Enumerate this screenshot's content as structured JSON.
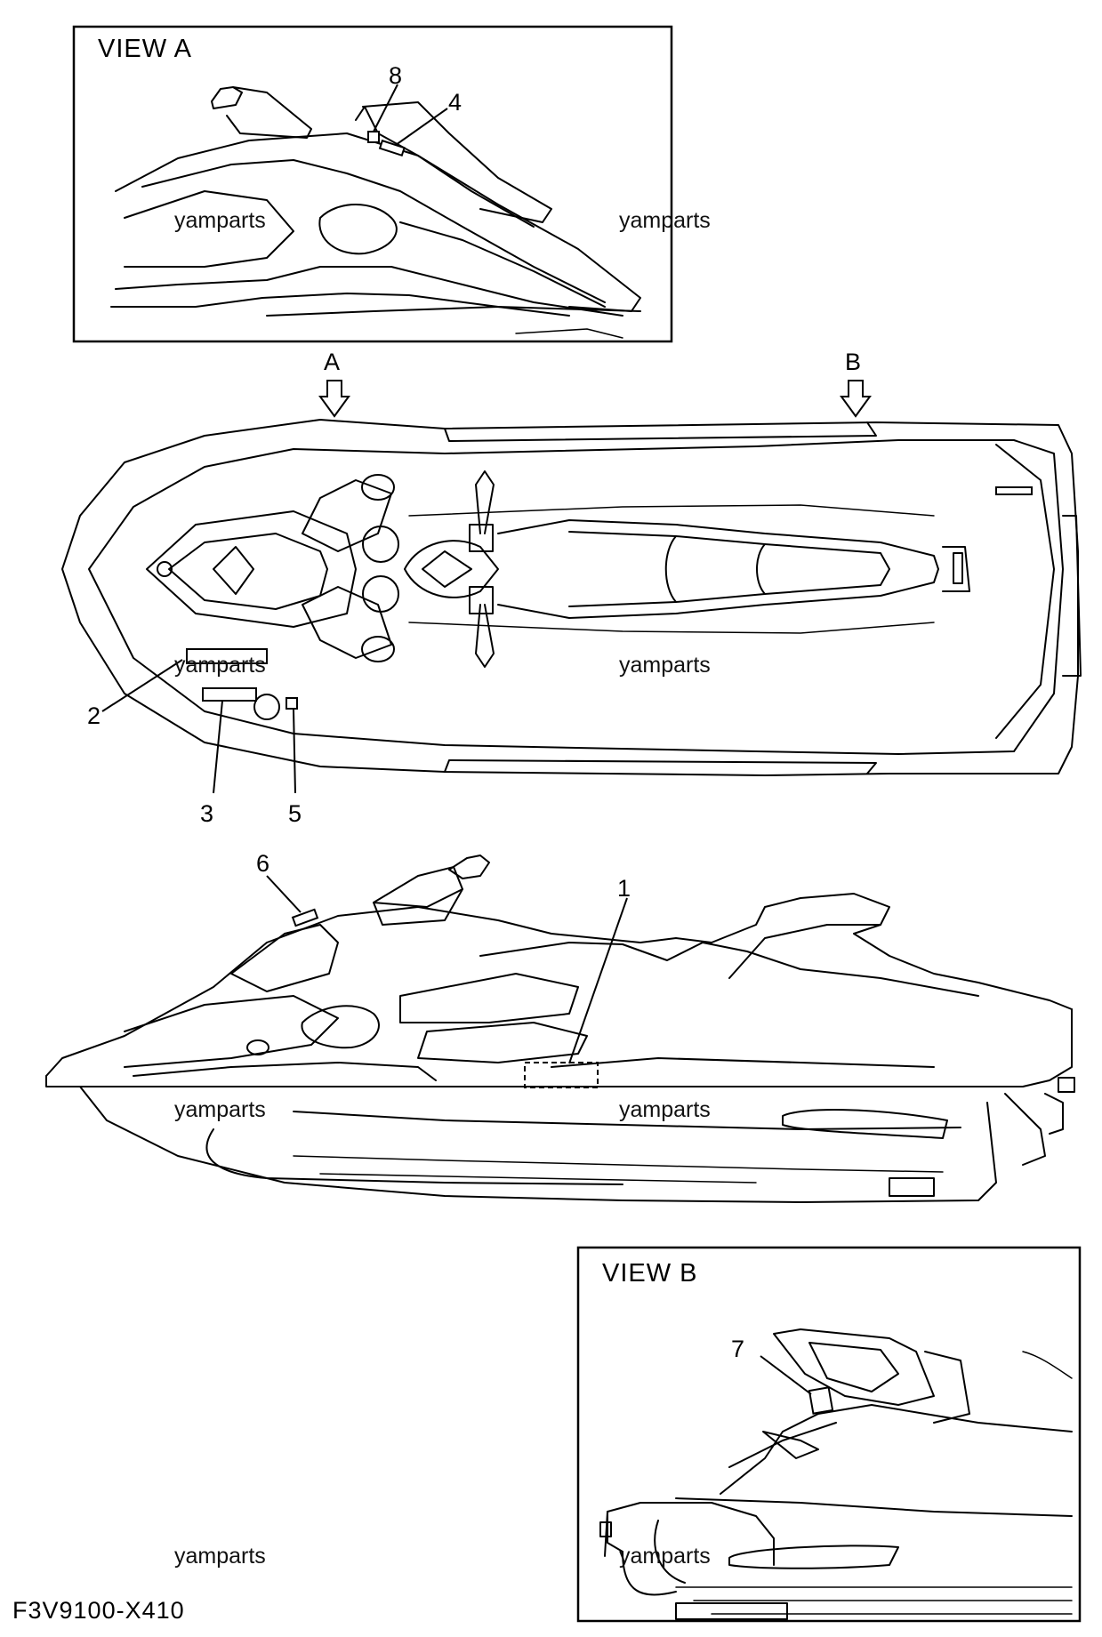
{
  "views": {
    "view_a": {
      "title": "VIEW A"
    },
    "view_b": {
      "title": "VIEW B"
    }
  },
  "direction_markers": {
    "a": "A",
    "b": "B"
  },
  "callouts": {
    "c1": "1",
    "c2": "2",
    "c3": "3",
    "c4": "4",
    "c5": "5",
    "c6": "6",
    "c7": "7",
    "c8": "8"
  },
  "watermarks": {
    "w1": "yamparts",
    "w2": "yamparts",
    "w3": "yamparts",
    "w4": "yamparts",
    "w5": "yamparts",
    "w6": "yamparts",
    "w7": "yamparts",
    "w8": "yamparts"
  },
  "diagram_code": "F3V9100-X410",
  "colors": {
    "line": "#000000",
    "background": "#ffffff"
  }
}
